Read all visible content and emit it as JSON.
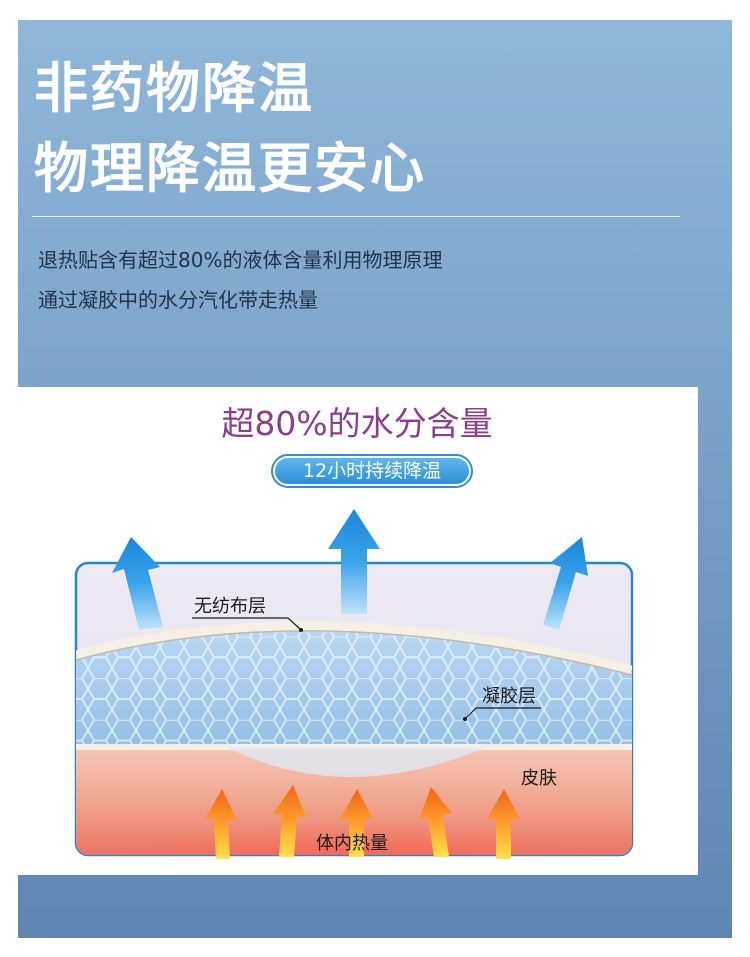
{
  "headline": {
    "line1": "非药物降温",
    "line2": "物理降温更安心"
  },
  "description": {
    "line1": "退热贴含有超过80%的液体含量利用物理原理",
    "line2": "通过凝胶中的水分汽化带走热量"
  },
  "diagram": {
    "title": "超80%的水分含量",
    "badge": "12小时持续降温",
    "labels": {
      "nonwoven": "无纺布层",
      "gel": "凝胶层",
      "skin": "皮肤",
      "body_heat": "体内热量"
    }
  },
  "colors": {
    "panel_top": "#8fb7d9",
    "panel_bottom": "#5f86b3",
    "title_purple": "#8a3f8c",
    "badge_blue": "#2a8fd6",
    "up_arrow_blue": "#1f8fe0",
    "heat_arrow_orange": "#f57a1f",
    "gel_blue": "#a9cdee",
    "skin": "#f2b7a4"
  }
}
